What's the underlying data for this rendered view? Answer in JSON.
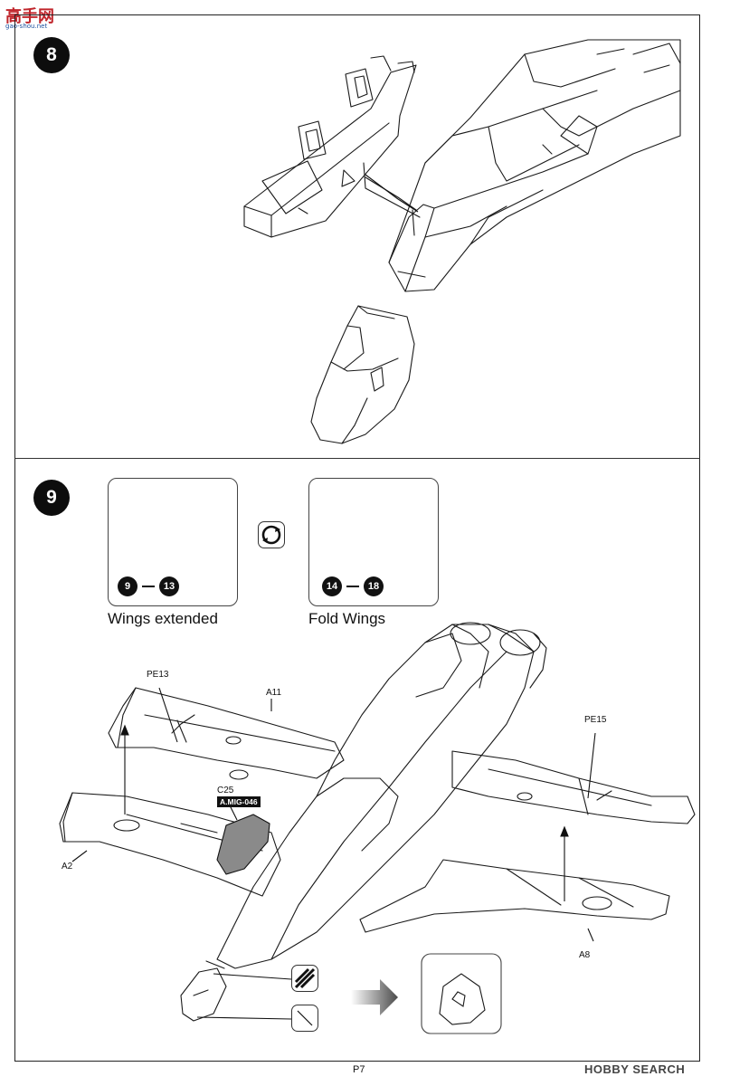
{
  "watermark": {
    "top_text": "高手网",
    "top_sub": "gao-shou.net",
    "bottom_text": "HOBBY SEARCH"
  },
  "page_number": "P7",
  "steps": [
    {
      "number": "8"
    },
    {
      "number": "9"
    }
  ],
  "step9": {
    "panel_left": {
      "caption": "Wings extended",
      "range_from": "9",
      "range_to": "13"
    },
    "panel_right": {
      "caption": "Fold Wings",
      "range_from": "14",
      "range_to": "18"
    },
    "labels": {
      "pe13": "PE13",
      "a11": "A11",
      "pe15": "PE15",
      "c25": "C25",
      "paint": "A.MIG-046",
      "a2": "A2",
      "a8": "A8"
    }
  }
}
